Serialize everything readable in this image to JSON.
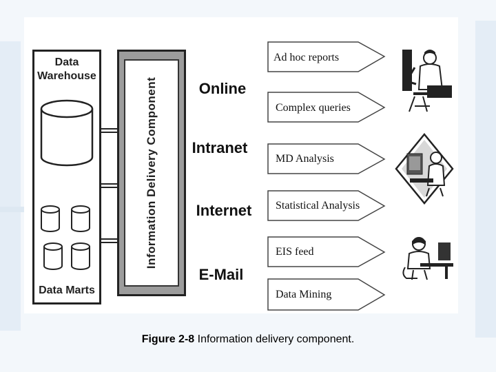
{
  "diagram": {
    "data_warehouse_label": "Data Warehouse",
    "data_marts_label": "Data Marts",
    "delivery_component_label": "Information Delivery Component",
    "channels": [
      "Online",
      "Intranet",
      "Internet",
      "E-Mail"
    ],
    "outputs": [
      "Ad hoc reports",
      "Complex queries",
      "MD Analysis",
      "Statistical Analysis",
      "EIS feed",
      "Data Mining"
    ]
  },
  "caption": {
    "prefix": "Figure 2-8",
    "text": " Information delivery component."
  },
  "icons": [
    "user-at-computer-icon",
    "analyst-diamond-icon",
    "user-at-desk-icon"
  ]
}
